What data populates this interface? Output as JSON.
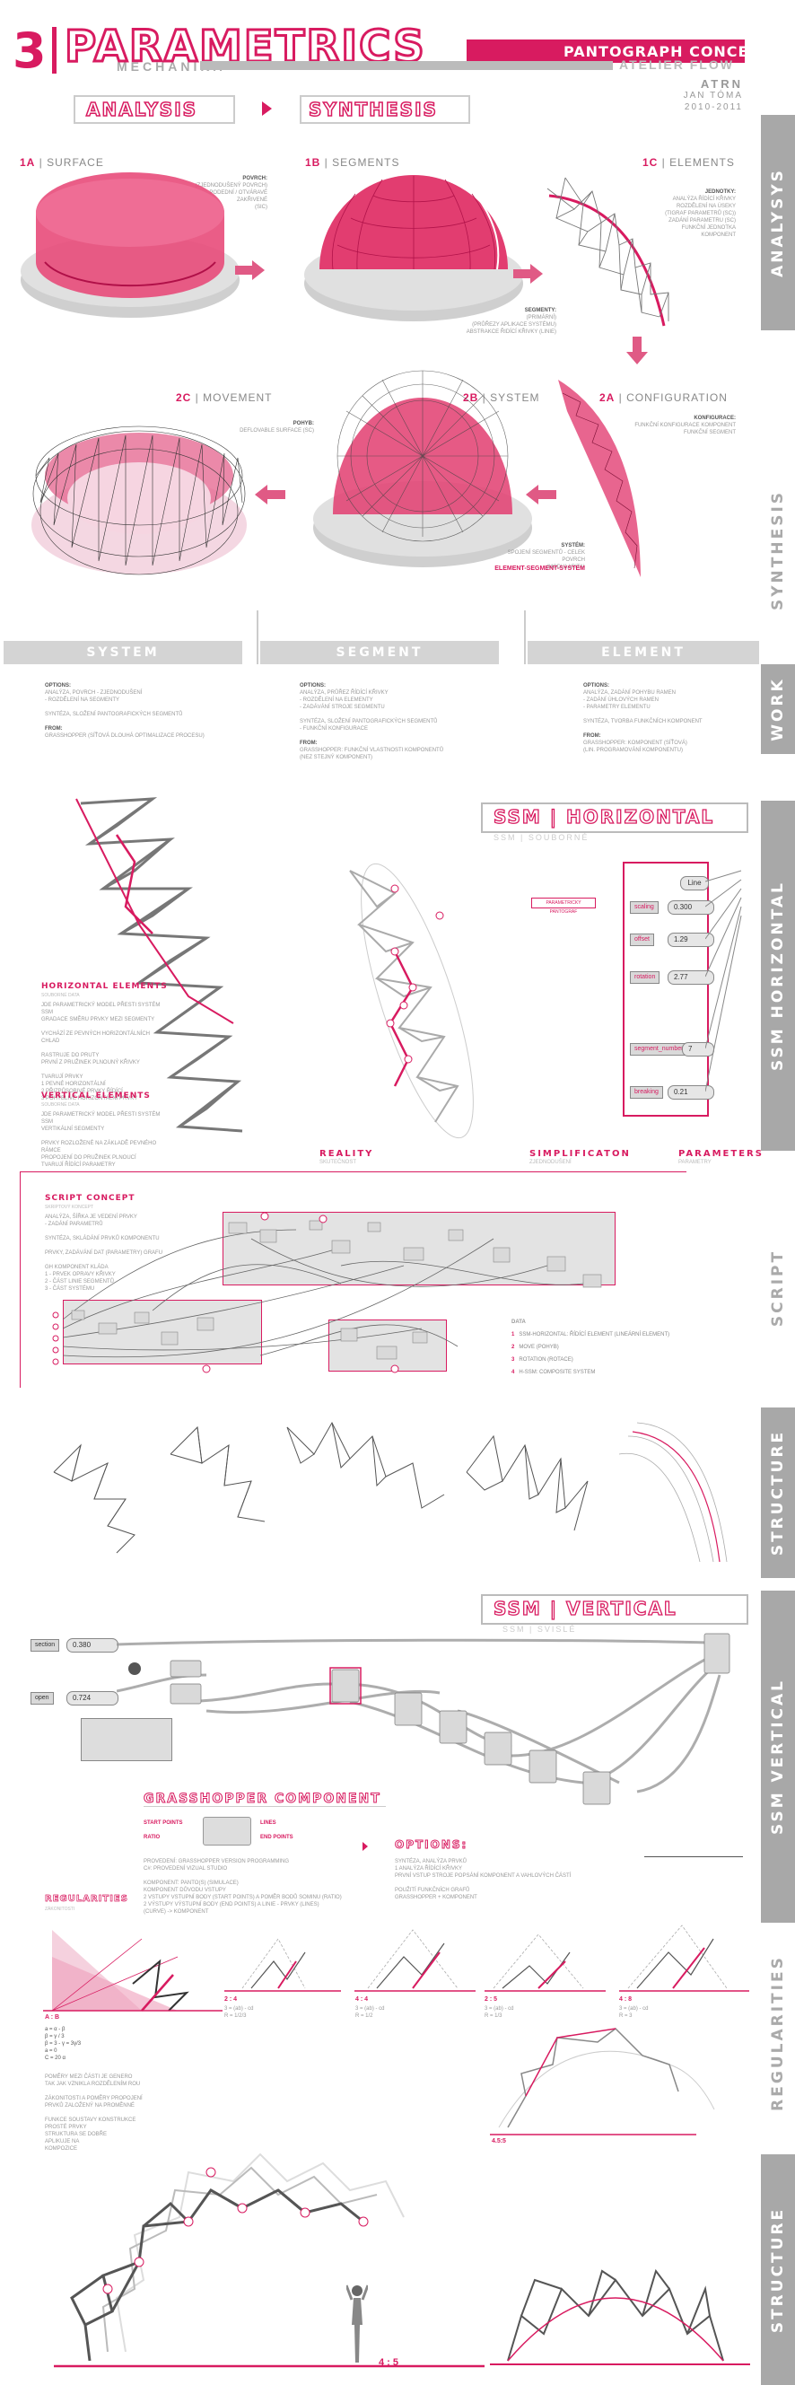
{
  "header": {
    "number": "3",
    "title": "PARAMETRICS",
    "subtitle": "MECHANIKA",
    "concept": "PANTOGRAPH CONCEPT",
    "studio": "ATELIER FLOW",
    "author_code": "ATRN",
    "author": "JAN TÓMA",
    "years": "2010-2011"
  },
  "flow": {
    "analysis": "ANALYSIS",
    "synthesis": "SYNTHESIS"
  },
  "sidebar": {
    "analysys": "ANALYSYS",
    "synthesis": "SYNTHESIS",
    "work": "WORK",
    "ssm_horizontal": "SSM HORIZONTAL",
    "script": "SCRIPT",
    "structure": "STRUCTURE",
    "ssm_vertical": "SSM VERTICAL",
    "regularities": "REGULARITIES",
    "structure2": "STRUCTURE"
  },
  "steps": {
    "s1a": {
      "num": "1A",
      "label": "SURFACE",
      "note_title": "POVRCH:",
      "note": "(ZJEDNODUŠENÝ POVRCH)\nPODEDNÍ / OTVÁRAVÉ\nZAKŘIVENÉ\n(SIC)"
    },
    "s1b": {
      "num": "1B",
      "label": "SEGMENTS",
      "note_title": "SEGMENTY:",
      "note": "(PRIMÁRNÍ)\n(PRŮŘEZY APLIKACE SYSTÉMU)\nABSTRAKCE ŘIDÍCÍ KŘIVKY (LINIE)"
    },
    "s1c": {
      "num": "1C",
      "label": "ELEMENTS",
      "note_title": "JEDNOTKY:",
      "note": "ANALÝZA ŘÍDÍCÍ KŘIVKY\nROZDĚLENÍ NA ÚSEKY\n(TIGRAF PARAMETRŮ (SC))\nZADÁNÍ PARAMETRU (SC)\nFUNKČNÍ JEDNOTKA\nKOMPONENT"
    },
    "s2a": {
      "num": "2A",
      "label": "CONFIGURATION",
      "note_title": "KONFIGURACE:",
      "note": "FUNKČNÍ KONFIGURACE KOMPONENT\nFUNKČNÍ SEGMENT"
    },
    "s2b": {
      "num": "2B",
      "label": "SYSTEM",
      "note_title": "SYSTÉM:",
      "note": "SPOJENÍ SEGMENTŮ - CELEK\nPOVRCH\n(MODULARITA)",
      "highlight": "ELEMENT-SEGMENT-SYSTEM"
    },
    "s2c": {
      "num": "2C",
      "label": "MOVEMENT",
      "note_title": "POHYB:",
      "note": "DEFLOVABLE SURFACE (SC)"
    }
  },
  "columns": [
    {
      "title": "SYSTEM",
      "opt_head": "OPTIONS:",
      "text": "ANALÝZA, POVRCH - ZJEDNODUŠENÍ\n- ROZDĚLENÍ NA SEGMENTY\n\nSYNTÉZA, SLOŽENÍ PANTOGRAFICKÝCH SEGMENTŮ",
      "from_head": "FROM:",
      "from": "GRASSHOPPER (SÍŤOVÁ DLOUHÁ OPTIMALIZACE PROCESU)"
    },
    {
      "title": "SEGMENT",
      "opt_head": "OPTIONS:",
      "text": "ANALÝZA, PRŮŘEZ ŘÍDÍCÍ KŘIVKY\n- ROZDĚLENÍ NA ELEMENTY\n- ZADÁVÁNÍ STROJE SEGMENTU\n\nSYNTÉZA, SLOŽENÍ PANTOGRAFICKÝCH SEGMENTŮ\n- FUNKČNÍ KONFIGURACE",
      "from_head": "FROM:",
      "from": "GRASSHOPPER: FUNKČNÍ VLASTNOSTI KOMPONENTŮ\n(NEZ STEJNÝ KOMPONENT)"
    },
    {
      "title": "ELEMENT",
      "opt_head": "OPTIONS:",
      "text": "ANALÝZA, ZADÁNÍ POHYBU RAMEN\n- ZADÁNÍ ÚHLOVÝCH RAMEN\n- PARAMETRY ELEMENTU\n\nSYNTÉZA, TVORBA FUNKČNÍCH KOMPONENT",
      "from_head": "FROM:",
      "from": "GRASSHOPPER: KOMPONENT (SÍŤOVÁ)\n(LIN. PROGRAMOVÁNÍ KOMPONENTU)"
    }
  ],
  "ssm_h": {
    "title": "SSM | HORIZONTAL",
    "sub": "SSM | SOUBORNÉ",
    "horizontal_head": "HORIZONTAL ELEMENTS",
    "horizontal_sub": "SOUBORNÉ DATA",
    "horizontal_text": "JDE PARAMETRICKÝ MODEL PŘESTI SYSTÉM SSM\nGRADACE SMĚRU PRVKY MEZI SEGMENTY\n\nVYCHÁZÍ ZE PEVNÝCH HORIZONTÁLNÍCH CHLAD\n\nRASTRUJE DO PRUTY\nPRVNÍ Z PRUŽINEK PLNOUNÝ KŘIVKY\n\nTVARUJÍ PRVKY\n1 PEVNÉ HORIZONTÁLNÍ\n2 PŘIZPŮSOBIVÉ PRVKY ŘÍDÍCÍ\n3 POHYBLIVÉ HORIZONTÁLNÍ PRVKY",
    "vertical_head": "VERTICAL ELEMENTS",
    "vertical_sub": "SOUBORNÉ DATA",
    "vertical_text": "JDE PARAMETRICKÝ MODEL PŘESTI SYSTÉM SSM\nVERTIKÁLNÍ SEGMENTY\n\nPRVKY ROZLOŽENÉ NA ZÁKLADĚ PEVNÉHO RÁMCE\nPROPOJENÍ DO PRUŽINEK PLNOUCÍ\nTVARUJÍ ŘÍDÍCÍ PARAMETRY",
    "reality": "REALITY",
    "reality_sub": "SKUTEČNOST",
    "simplification": "SIMPLIFICATON",
    "simplification_sub": "ZJEDNODUŠENÍ",
    "parameters": "PARAMETERS",
    "parameters_sub": "PARAMETRY",
    "params": [
      {
        "name": "",
        "value": "Line"
      },
      {
        "name": "scaling",
        "value": "0.300"
      },
      {
        "name": "offset",
        "value": "1.29"
      },
      {
        "name": "rotation",
        "value": "2.77"
      },
      {
        "name": "segment_number",
        "value": "7"
      },
      {
        "name": "breaking",
        "value": "0.21"
      }
    ],
    "tag_note": "PARAMETRICKÝ PANTOGRAF"
  },
  "script": {
    "title": "SCRIPT CONCEPT",
    "sub": "SKRIPTOVÝ KONCEPT",
    "text": "ANALÝZA, ŠÍŘKA JE VEDENÍ PRVKY\n- ZADÁNÍ PARAMETRŮ\n\nSYNTÉZA, SKLÁDÁNÍ PRVKŮ KOMPONENTU\n\nPRVKY, ZADÁVÁNÍ DAT (PARAMETRY) GRAFU\n\nGH KOMPONENT KLÁDA\n1 - PRVEK OPRAVY KŘIVKY\n2 - ČÁST LINIE SEGMENTŮ\n3 - ČÁST SYSTÉMU",
    "legend_title": "DATA",
    "legend": [
      {
        "key": "1",
        "text": "SSM-HORIZONTAL: ŘÍDÍCÍ ELEMENT (LINEÁRNÍ ELEMENT)"
      },
      {
        "key": "2",
        "text": "MOVE (POHYB)"
      },
      {
        "key": "3",
        "text": "ROTATION (ROTACE)"
      },
      {
        "key": "4",
        "text": "H-SSM: COMPOSITE SYSTEM"
      }
    ]
  },
  "ssm_v": {
    "title": "SSM | VERTICAL",
    "sub": "SSM | SVISLÉ",
    "slider1": {
      "name": "section",
      "value": "0.380"
    },
    "slider2": {
      "name": "open",
      "value": "0.724"
    },
    "gh_component_title": "GRASSHOPPER COMPONENT",
    "gh_inputs": [
      "START POINTS",
      "RATIO"
    ],
    "gh_outputs": [
      "LINES",
      "END POINTS"
    ],
    "gh_text": "PROVEDENÍ: GRASSHOPPER VERSION PROGRAMMING\nC#: PROVEDENÍ VIZUAL STUDIO\n\nKOMPONENT: PANTO(S) (SIMULACE)\nKOMPONENT DŮVODU VSTUPY\n2 VSTUPY VSTUPNÍ BODY (START POINTS) A POMĚR BODŮ SOMINU (RATIO)\n2 VÝSTUPY VÝSTUPNÍ BODY (END POINTS) A LINIE - PRVKY (LINES)\n(CURVE) -> KOMPONENT",
    "options_title": "OPTIONS:",
    "options_text": "SYNTÉZA, ANALÝZA PRVKŮ\n1 ANALÝZA ŘÍDÍCÍ KŘIVKY\nPRVNÍ VSTUP STROJE POPSÁNÍ KOMPONENT A VAHLOVÝCH ČÁSTÍ\n\nPOUŽITÍ FUNKČNÍCH GRAFŮ\nGRASSHOPPER + KOMPONENT"
  },
  "regularities": {
    "title": "REGULARITIES",
    "sub": "ZÁKONITOSTI",
    "ratio_label": "A : B",
    "equations": [
      "a = α - β",
      "β = γ / 3",
      "β = 3 - γ = 3γ/3",
      "a = 0",
      "C = 20 α"
    ],
    "text": "POMĚRY MEZI ČÁSTI JE GENERO\nTAK JAK VZNIKLA ROZDĚLENÍM ROU\n\nZÁKONITOSTI A POMĚRY PROPOJENÍ\nPRVKŮ ZALOŽENÝ NA PROMĚNNÉ\n\nFUNKCE SOUSTAVY KONSTRUKCE\nPROSTÉ PRVKY\nSTRUKTURA SE DOBŘE\nAPLIKUJE NA\nKOMPOZICE",
    "ratios": [
      "2 : 4",
      "4 : 4",
      "2 : 5",
      "4 : 8"
    ],
    "ratio_notes": [
      "3 = (ab) - cd\nR = 1/2/3",
      "3 = (ab) - cd\nR = 1/2",
      "3 = (ab) - cd\nR = 1/3",
      "3 = (ab) - cd\nR = 3"
    ]
  },
  "structure2": {
    "big_ratio": "4 : 5",
    "ratio2": "4.5:5"
  }
}
